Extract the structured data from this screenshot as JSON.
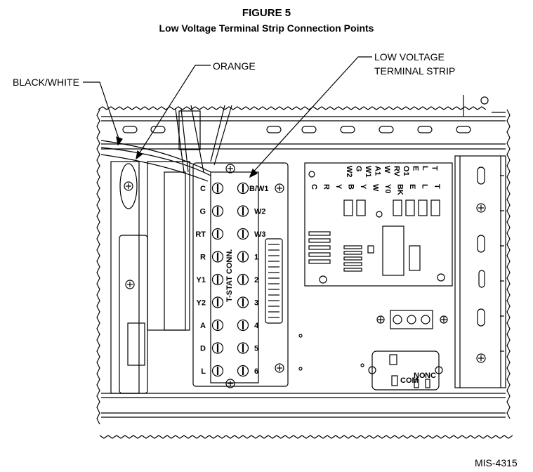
{
  "figure": {
    "number": "FIGURE 5",
    "title": "Low Voltage Terminal Strip Connection Points",
    "id_code": "MIS-4315"
  },
  "callouts": {
    "black_white": "BLACK/WHITE",
    "orange": "ORANGE",
    "low_voltage_line1": "LOW VOLTAGE",
    "low_voltage_line2": "TERMINAL STRIP"
  },
  "terminal_strip": {
    "vertical_label": "T-STAT CONN.",
    "left_terminals": [
      "C",
      "G",
      "RT",
      "R",
      "Y1",
      "Y2",
      "A",
      "D",
      "L"
    ],
    "right_terminals": [
      "B/W1",
      "W2",
      "W3",
      "1",
      "2",
      "3",
      "4",
      "5",
      "6"
    ]
  },
  "control_board": {
    "row1_labels": [
      "W2",
      "G",
      "W1",
      "A1",
      "W",
      "RV",
      "O1",
      "E",
      "L",
      "T"
    ],
    "row2_labels": [
      "C",
      "R",
      "Y",
      "B",
      "Y",
      "W",
      "Y0",
      "BK",
      "E",
      "L",
      "T"
    ]
  },
  "relay_block": {
    "labels": [
      "COM",
      "NO",
      "NC"
    ]
  },
  "colors": {
    "line": "#000000",
    "background": "#ffffff"
  }
}
